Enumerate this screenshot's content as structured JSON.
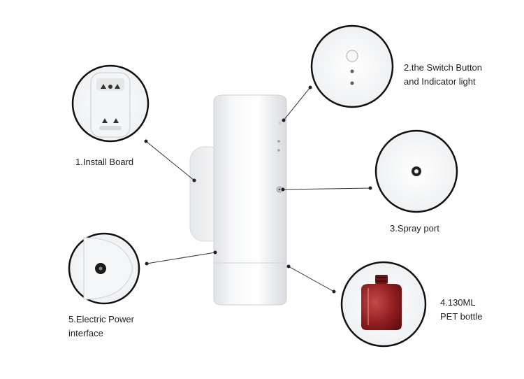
{
  "callouts": [
    {
      "id": "install-board",
      "lines": [
        "1.Install Board"
      ]
    },
    {
      "id": "switch-button",
      "lines": [
        "2.the Switch Button",
        "and Indicator light"
      ]
    },
    {
      "id": "spray-port",
      "lines": [
        "3.Spray port"
      ]
    },
    {
      "id": "pet-bottle",
      "lines": [
        "4.130ML",
        "PET bottle"
      ]
    },
    {
      "id": "power-interface",
      "lines": [
        "5.Electric Power",
        "interface"
      ]
    }
  ],
  "colors": {
    "background": "#ffffff",
    "device_body": "#f2f3f5",
    "circle_border": "#111111",
    "leader_line": "#333333",
    "bottle_liquid": "#8e1d1f",
    "label_text": "#222222"
  }
}
